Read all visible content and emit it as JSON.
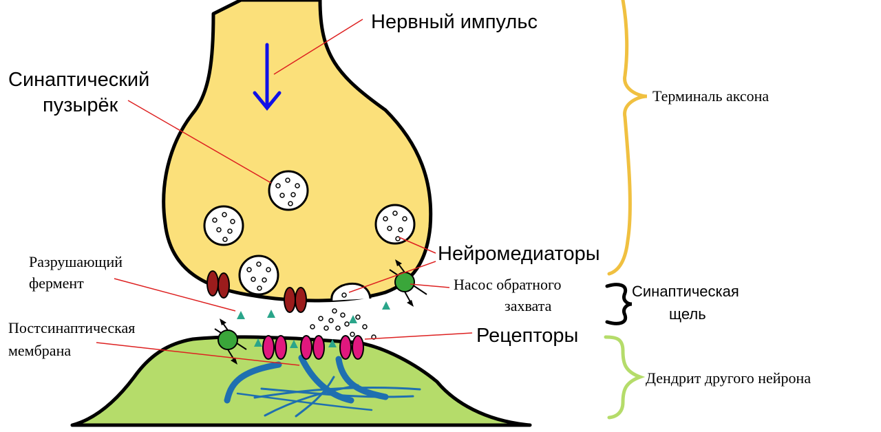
{
  "labels": {
    "nerve_impulse": "Нервный импульс",
    "synaptic_vesicle_line1": "Синаптический",
    "synaptic_vesicle_line2": "пузырёк",
    "axon_terminal": "Терминаль аксона",
    "neurotransmitters": "Нейромедиаторы",
    "degrading_enzyme_line1": "Разрушающий",
    "degrading_enzyme_line2": "фермент",
    "reuptake_pump_line1": "Насос обратного",
    "reuptake_pump_line2": "захвата",
    "synaptic_cleft_line1": "Синаптическая",
    "synaptic_cleft_line2": "щель",
    "postsynaptic_membrane_line1": "Постсинаптическая",
    "postsynaptic_membrane_line2": "мембрана",
    "receptors": "Рецепторы",
    "dendrite": "Дендрит другого нейрона"
  },
  "colors": {
    "axon_fill": "#fbe07a",
    "dendrite_fill": "#b5dc6a",
    "impulse_arrow": "#1010e8",
    "leader_line": "#dd2020",
    "enzyme": "#9b1c1c",
    "receptor": "#e0187e",
    "pump": "#3aa63a",
    "transmitter": "#2aa58a",
    "cytoskeleton": "#1f6fb0",
    "axon_brace": "#f0c040",
    "cleft_brace": "#000000",
    "dendrite_brace": "#b5dc6a"
  }
}
